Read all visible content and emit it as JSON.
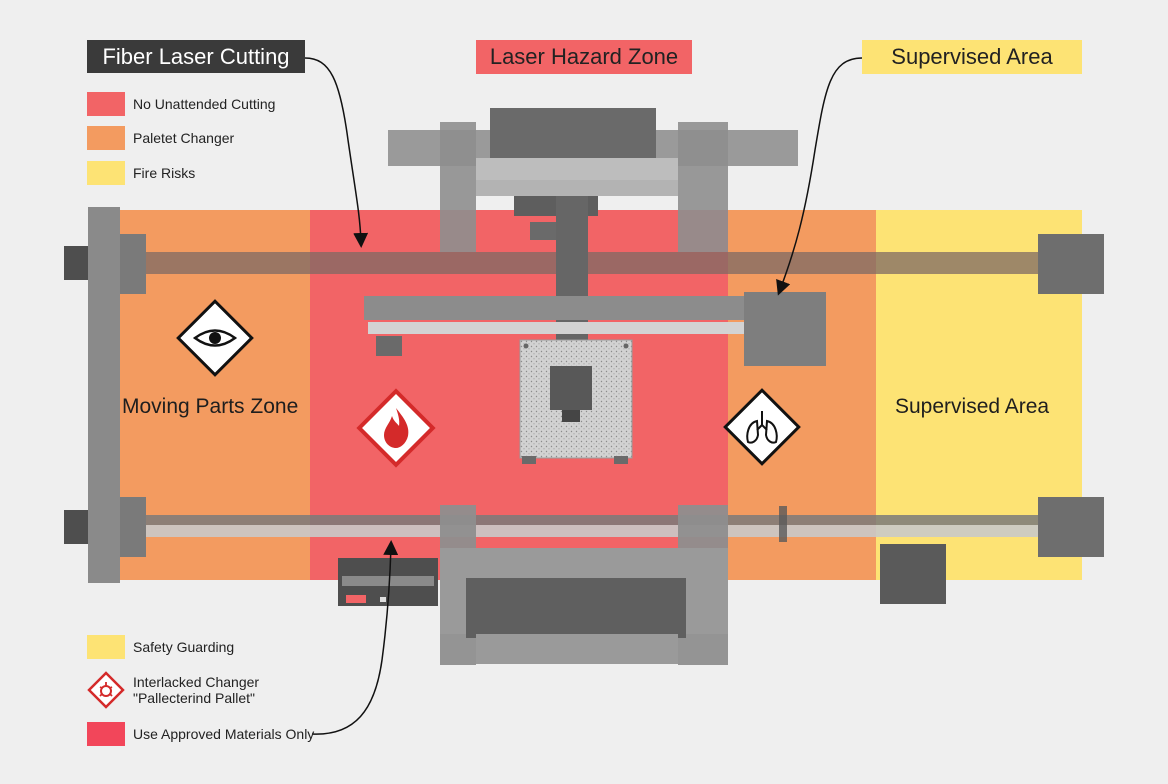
{
  "header": {
    "title": "Fiber Laser Cutting",
    "hazard_zone": "Laser Hazard Zone",
    "supervised_area": "Supervised Area"
  },
  "legend_top": [
    {
      "label": "No Unattended Cutting",
      "color": "#f26466"
    },
    {
      "label": "Paletet Changer",
      "color": "#f39b60"
    },
    {
      "label": "Fire Risks",
      "color": "#fde374"
    }
  ],
  "zones": {
    "moving_parts": "Moving Parts Zone",
    "supervised": "Supervised Area"
  },
  "legend_bottom": {
    "safety_guarding": "Safety Guarding",
    "interlocked_changer": "Interlacked Changer\n\"Pallecterind Pallet\"",
    "approved_materials": "Use Approved Materials Only"
  },
  "colors": {
    "laser_zone": "#f26466",
    "moving_zone": "#f39b60",
    "supervised_zone": "#fde374",
    "approved_red": "#f2465a",
    "machine_gray": "#8a8a8a",
    "dark_gray": "#5c5c5c"
  },
  "icons": [
    "eye-warning-icon",
    "fire-warning-icon",
    "lungs-warning-icon",
    "interlock-warning-icon"
  ]
}
